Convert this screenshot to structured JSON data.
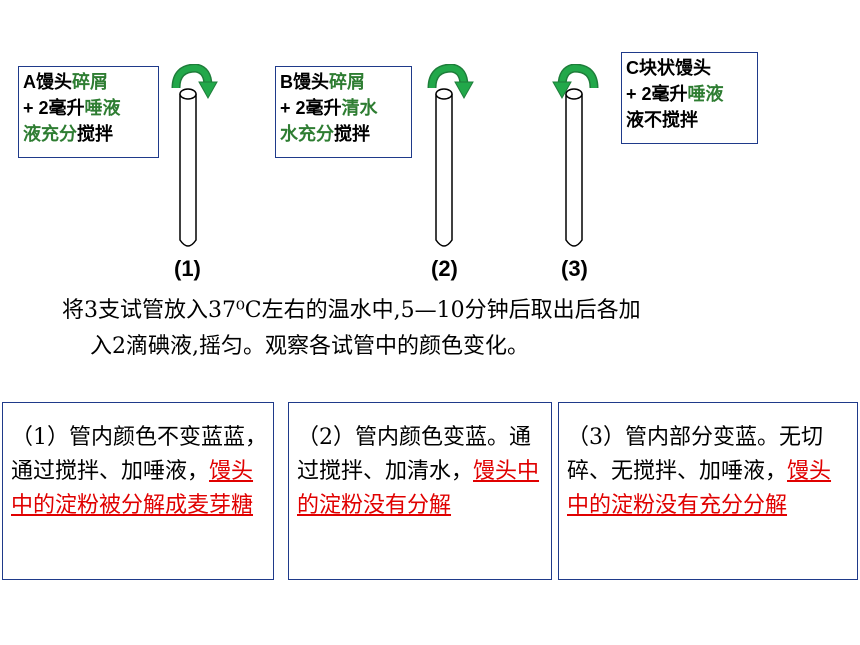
{
  "tubes": [
    {
      "number": "(1)",
      "label_line1_a": "A",
      "label_line1_b": "馒头",
      "label_line1_c": "碎屑",
      "label_line2_a": "+ 2",
      "label_line2_b": "毫升",
      "label_line2_c": "唾液",
      "label_line3_a": "液充分",
      "label_line3_b": "搅拌"
    },
    {
      "number": "(2)",
      "label_line1_a": "B",
      "label_line1_b": "馒头",
      "label_line1_c": "碎屑",
      "label_line2_a": "+ 2",
      "label_line2_b": "毫升",
      "label_line2_c": "清水",
      "label_line3_a": "水充分",
      "label_line3_b": "搅拌"
    },
    {
      "number": "(3)",
      "label_line1_a": "C",
      "label_line1_b": "块状馒头",
      "label_line2_a": "+ 2",
      "label_line2_b": "毫升",
      "label_line2_c": "唾液",
      "label_line3_a": "液不",
      "label_line3_b": "搅拌"
    }
  ],
  "instruction_line1": "将3支试管放入37⁰C左右的温水中,5—10分钟后取出后各加",
  "instruction_line2": "入2滴碘液,摇匀。观察各试管中的颜色变化。",
  "results": [
    {
      "black": "（1）管内颜色不变蓝蓝，通过搅拌、加唾液，",
      "red": "馒头中的淀粉被分解成麦芽糖"
    },
    {
      "black": "（2）管内颜色变蓝。通过搅拌、加清水，",
      "red": "馒头中的淀粉没有分解"
    },
    {
      "black": "（3）管内部分变蓝。无切碎、无搅拌、加唾液，",
      "red": "馒头中的淀粉没有充分分解"
    }
  ],
  "colors": {
    "arrow_green": "#22a84a",
    "box_border": "#1f3a8a",
    "conclusion_red": "#e00000"
  }
}
